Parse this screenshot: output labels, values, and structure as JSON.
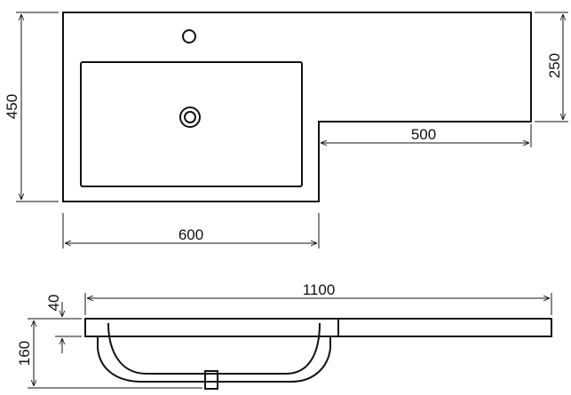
{
  "dimensions": {
    "top_height": "450",
    "top_right_height": "250",
    "top_ledge_length": "500",
    "top_basin_width": "600",
    "side_total_length": "1100",
    "side_depth": "160",
    "side_deck_thickness": "40"
  },
  "colors": {
    "line": "#111111",
    "background": "#ffffff"
  }
}
